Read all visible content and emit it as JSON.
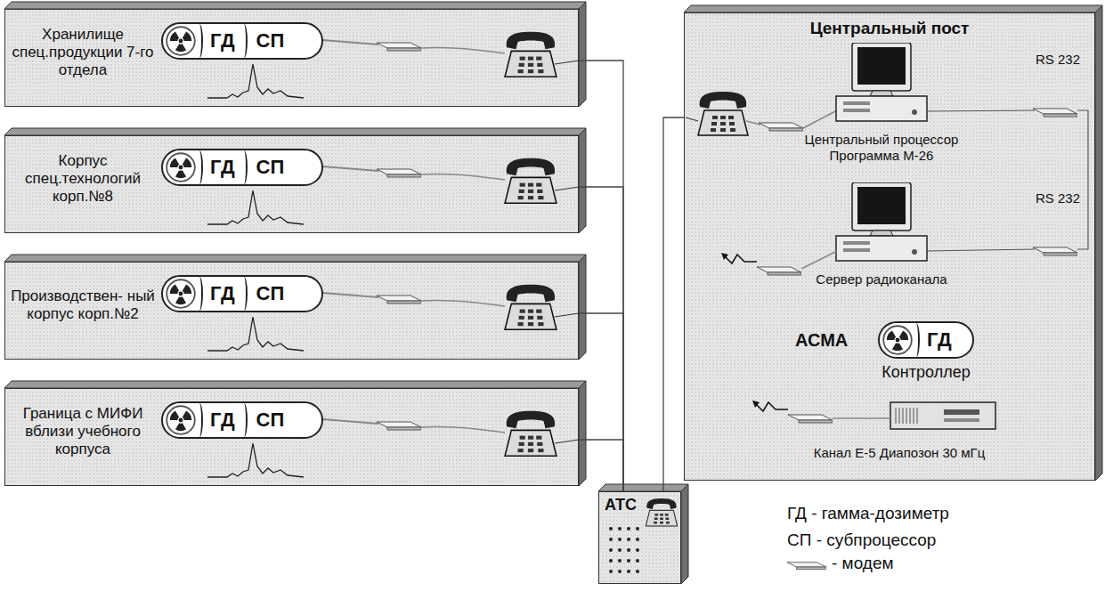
{
  "diagram": {
    "nodes": [
      {
        "text": [
          "Хранилище спец.продукции 7-го отдела"
        ]
      },
      {
        "text": [
          "ГД",
          "СП"
        ],
        "in": 0
      },
      {
        "text": [
          "Корпус спец.технологий корп.№8"
        ]
      },
      {
        "text": [
          "ГД",
          "СП"
        ],
        "in": 2
      },
      {
        "text": [
          "Производствен- ный корпус корп.№2"
        ]
      },
      {
        "text": [
          "ГД",
          "СП"
        ],
        "in": 4
      },
      {
        "text": [
          "Граница с МИФИ вблизи учебного корпуса"
        ]
      },
      {
        "text": [
          "ГД",
          "СП"
        ],
        "in": 6
      },
      {
        "text": [
          "Центральный пост"
        ]
      },
      {
        "text": [
          "ГД"
        ],
        "in": 8
      },
      {
        "text": [
          "АТС"
        ]
      }
    ],
    "edges": [
      {
        "from": 0,
        "to": 10,
        "arrow": "none"
      },
      {
        "from": 2,
        "to": 10,
        "arrow": "none"
      },
      {
        "from": 4,
        "to": 10,
        "arrow": "none"
      },
      {
        "from": 6,
        "to": 10,
        "arrow": "none"
      },
      {
        "from": 8,
        "to": 10,
        "arrow": "none"
      }
    ],
    "labels": [
      "RS 232",
      "Центральный процессор Программа М-26",
      "RS 232",
      "Сервер радиоканала",
      "АСМА",
      "Контроллер",
      "Канал Е-5 Диапозон 30 мГц"
    ],
    "legend": [
      {
        "text": "ГД - гамма-дозиметр"
      },
      {
        "text": "СП - субпроцессор"
      },
      {
        "text": "- модем"
      }
    ]
  }
}
